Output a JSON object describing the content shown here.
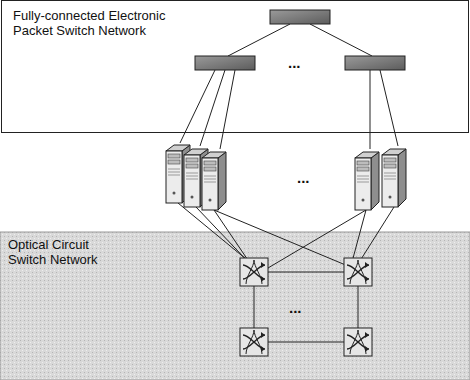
{
  "diagram": {
    "nodes": [
      {
        "text": [
          "Fully-connected Electronic Packet Switch Network"
        ]
      },
      {
        "text": [
          "Optical Circuit Switch Network"
        ]
      }
    ],
    "labels": [
      "...",
      "...",
      "..."
    ]
  }
}
